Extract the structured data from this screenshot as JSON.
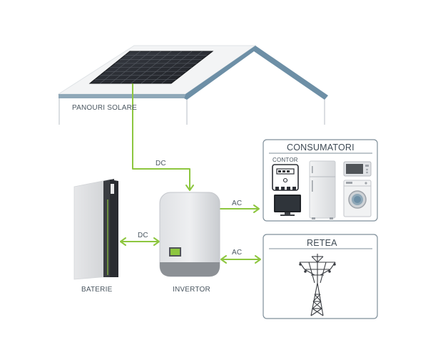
{
  "labels": {
    "solar_panels": "PANOURI SOLARE",
    "battery": "BATERIE",
    "inverter": "INVERTOR",
    "consumers_title": "CONSUMATORI",
    "grid_title": "RETEA",
    "meter": "CONTOR",
    "dc_top": "DC",
    "dc_battery": "DC",
    "ac_consumers": "AC",
    "ac_grid": "AC"
  },
  "colors": {
    "connection": "#8dc63f",
    "roof": "#6d8fa6",
    "panel": "#2b2e34",
    "box_border": "#7f8f9a",
    "label_text": "#4a5660"
  },
  "icons": {
    "meter": "electric-meter-icon",
    "tv": "tv-icon",
    "fridge": "fridge-icon",
    "microwave": "microwave-icon",
    "washer": "washing-machine-icon",
    "pylon": "power-pylon-icon"
  }
}
